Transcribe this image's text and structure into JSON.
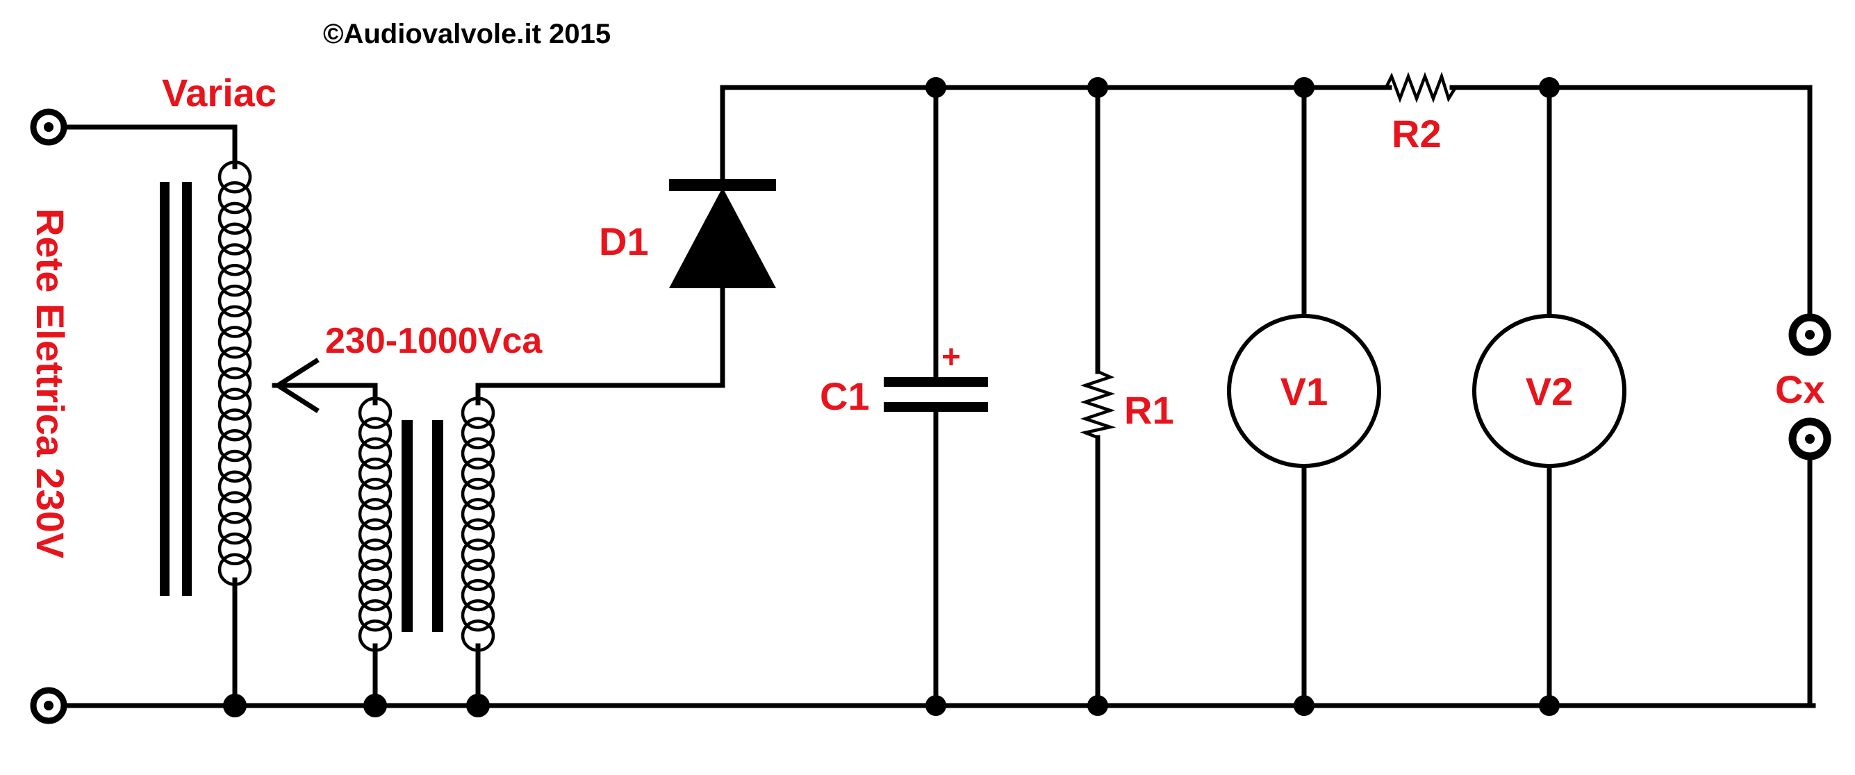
{
  "copyright": "©Audiovalvole.it 2015",
  "labels": {
    "variac": "Variac",
    "mains": "Rete Elettrica 230V",
    "secondary_voltage": "230-1000Vca",
    "diode": "D1",
    "capacitor": "C1",
    "capacitor_polarity": "+",
    "resistor1": "R1",
    "resistor2": "R2",
    "voltmeter1": "V1",
    "voltmeter2": "V2",
    "test_capacitor": "Cx"
  },
  "colors": {
    "label": "#e8141c",
    "wire": "#000000",
    "background": "#ffffff"
  }
}
